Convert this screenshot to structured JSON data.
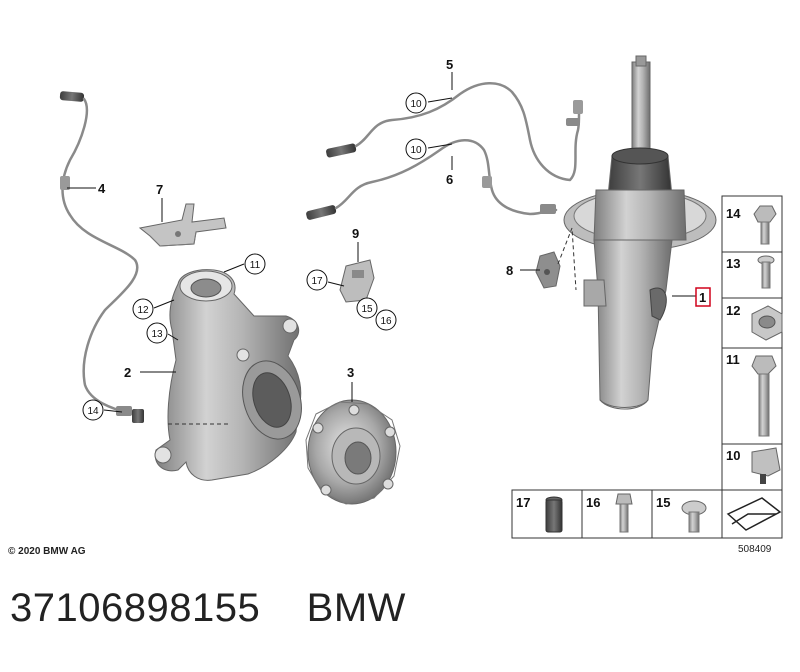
{
  "diagram": {
    "callouts": {
      "c1": "1",
      "c2": "2",
      "c3": "3",
      "c4": "4",
      "c5": "5",
      "c6": "6",
      "c7": "7",
      "c8": "8",
      "c9": "9"
    },
    "circled": {
      "c10a": "10",
      "c10b": "10",
      "c11": "11",
      "c12": "12",
      "c13": "13",
      "c14": "14",
      "c15": "15",
      "c16": "16",
      "c17": "17"
    },
    "legend_right": [
      "14",
      "13",
      "12",
      "11",
      "10"
    ],
    "legend_bottom": [
      "17",
      "16",
      "15"
    ],
    "copyright": "© 2020 BMW AG",
    "figure_id": "508409",
    "highlight_color": "#d0021b"
  },
  "caption": {
    "part_number": "37106898155",
    "brand": "BMW"
  }
}
